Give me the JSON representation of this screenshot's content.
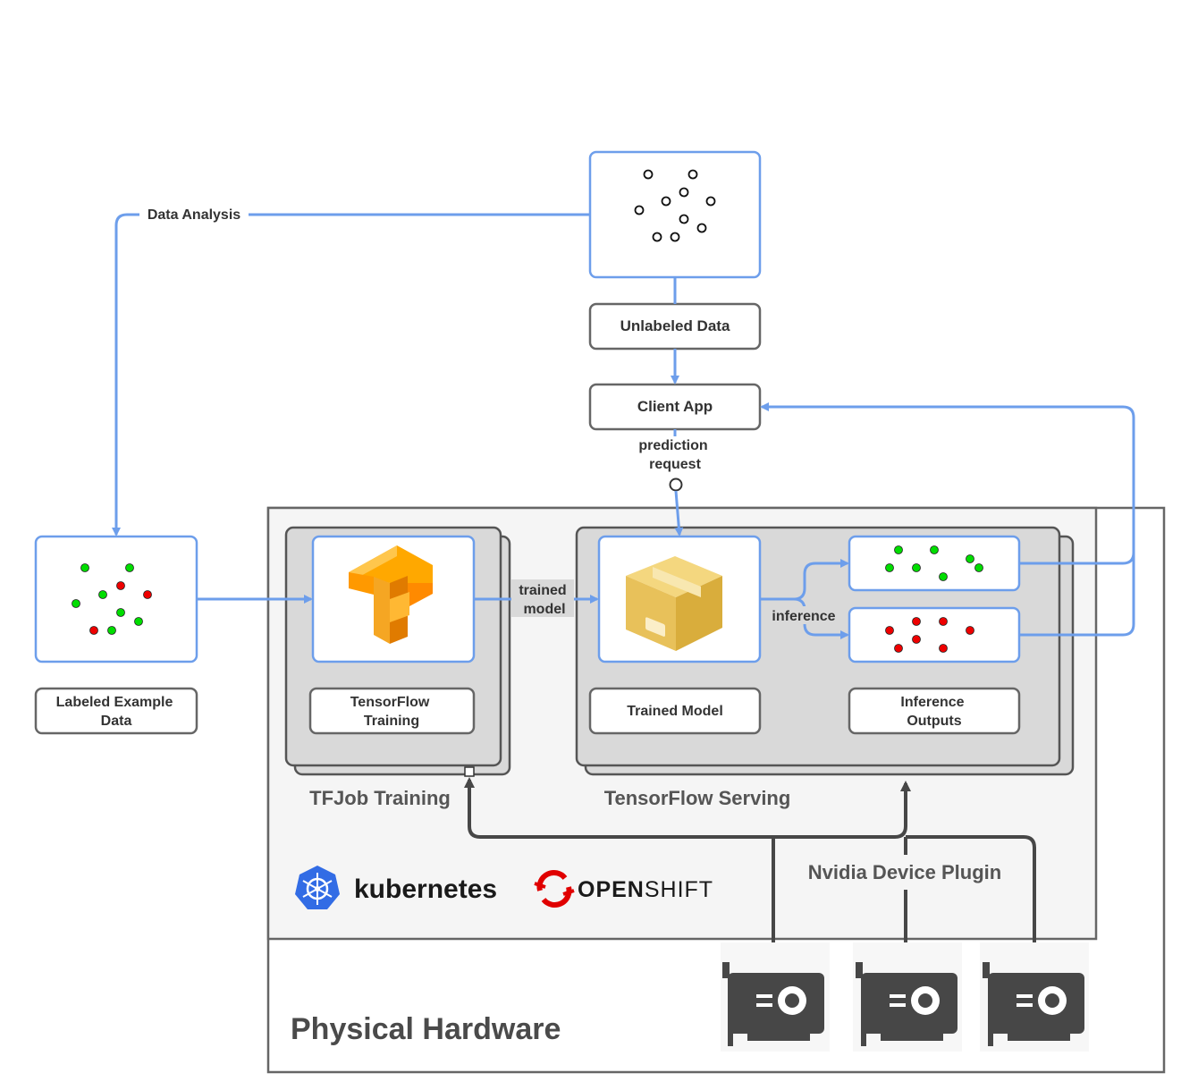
{
  "nodes": {
    "unlabeled_data": "Unlabeled Data",
    "client_app": "Client App",
    "labeled_example_data": [
      "Labeled Example",
      "Data"
    ],
    "tensorflow_training": [
      "TensorFlow",
      "Training"
    ],
    "trained_model": "Trained Model",
    "inference_outputs": [
      "Inference",
      "Outputs"
    ]
  },
  "edges": {
    "data_analysis": "Data Analysis",
    "prediction_request": [
      "prediction",
      "request"
    ],
    "trained_model": [
      "trained",
      "model"
    ],
    "inference": "inference"
  },
  "groups": {
    "tfjob_training": "TFJob Training",
    "tensorflow_serving": "TensorFlow Serving",
    "nvidia_device_plugin": "Nvidia Device Plugin",
    "physical_hardware": "Physical Hardware"
  },
  "logos": {
    "kubernetes": "kubernetes",
    "openshift_open": "OPEN",
    "openshift_shift": "SHIFT"
  },
  "dots": {
    "unlabeled": [
      "white",
      "white",
      "white",
      "white",
      "white",
      "white",
      "white",
      "white",
      "white",
      "white"
    ],
    "labeled": [
      "green",
      "green",
      "green",
      "red",
      "red",
      "green",
      "green",
      "green",
      "red",
      "green"
    ],
    "output_green": [
      "green",
      "green",
      "green",
      "green",
      "green",
      "green",
      "green"
    ],
    "output_red": [
      "red",
      "red",
      "red",
      "red",
      "red",
      "red",
      "red"
    ]
  },
  "colors": {
    "flow": "#6d9eeb",
    "hardware_links": "#474747",
    "positive": "#00dd00",
    "negative": "#ee0000",
    "kubernetes": "#326ce5",
    "openshift": "#e00000",
    "tensorflow": "#f5a623",
    "box_package": "#e8c15a"
  },
  "icons": [
    "tensorflow-logo-icon",
    "package-box-icon",
    "kubernetes-wheel-icon",
    "openshift-logo-icon",
    "gpu-card-icon"
  ]
}
